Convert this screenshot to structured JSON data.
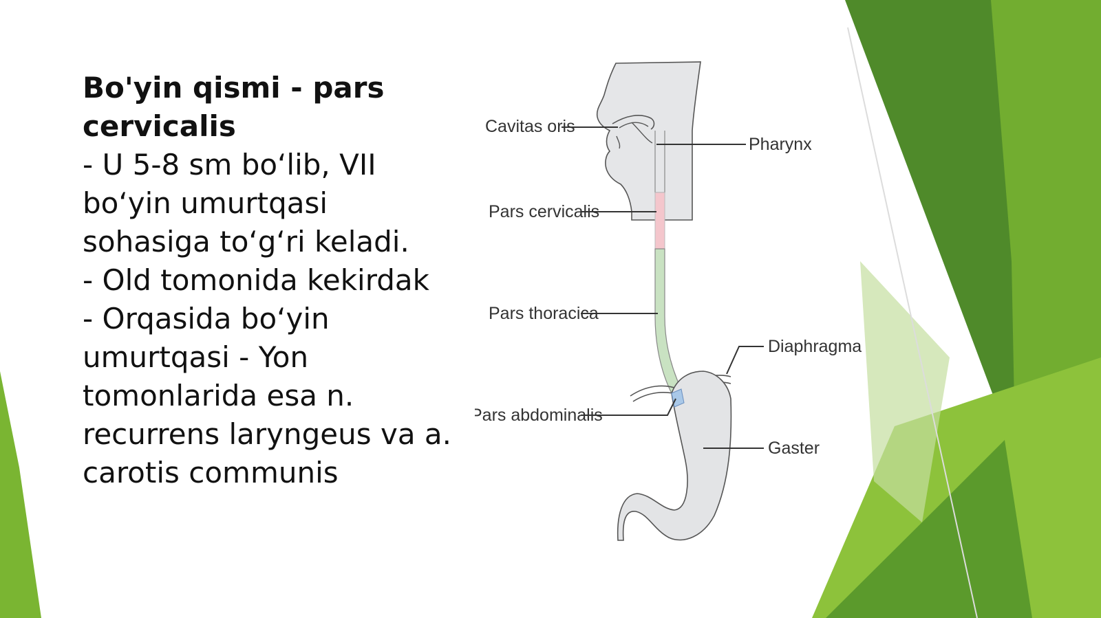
{
  "slide": {
    "heading_lines": [
      "Bo'yin qismi - pars",
      "cervicalis"
    ],
    "body_lines": [
      " - U 5-8 sm bo‘lib, VII",
      "bo‘yin umurtqasi",
      "sohasiga to‘g‘ri keladi.",
      " - Old tomonida kekirdak",
      " - Orqasida bo‘yin",
      "umurtqasi - Yon",
      "tomonlarida esa n.",
      "recurrens laryngeus va a.",
      "carotis communis"
    ]
  },
  "figure": {
    "labels": {
      "cavitas_oris": "Cavitas oris",
      "pharynx": "Pharynx",
      "pars_cervicalis": "Pars cervicalis",
      "pars_thoracica": "Pars thoracica",
      "diaphragma": "Diaphragma",
      "pars_abdominalis": "Pars abdominalis",
      "gaster": "Gaster"
    }
  },
  "colors": {
    "accent_green_dark": "#4e8a2a",
    "accent_green": "#6aab2e",
    "accent_green_light": "#8fc33a",
    "cervical_segment": "#f4c6cc",
    "thoracic_segment": "#c9e2c2",
    "abdominal_segment": "#a9c8e8",
    "organ_fill": "#e3e4e6"
  }
}
